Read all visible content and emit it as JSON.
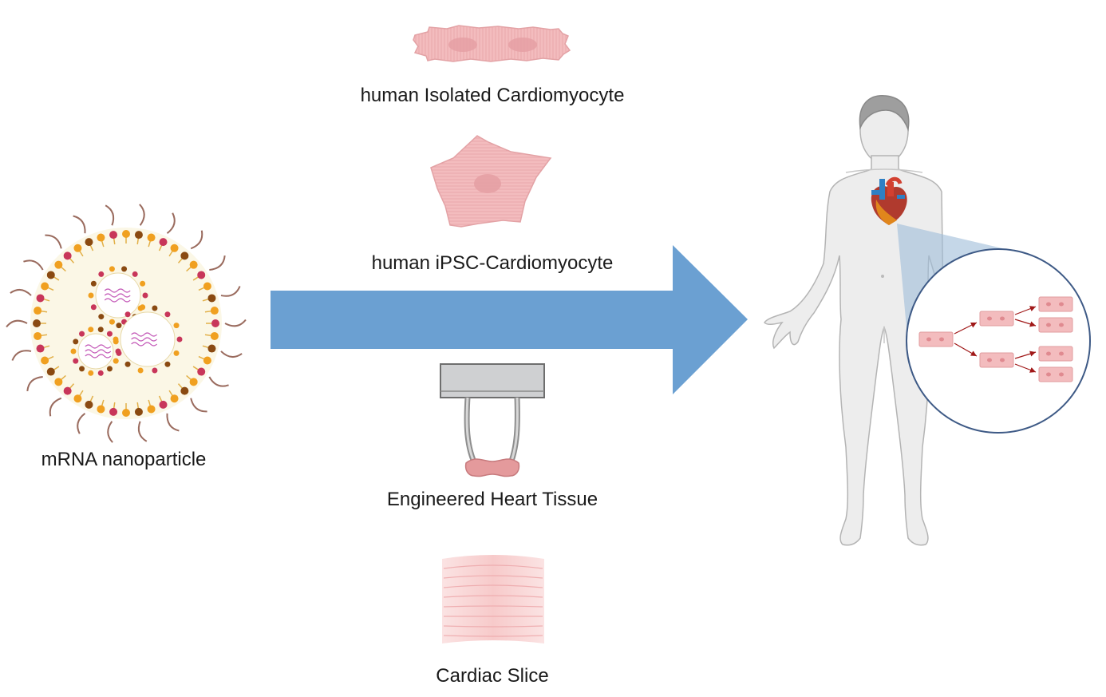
{
  "labels": {
    "nanoparticle": "mRNA nanoparticle",
    "isolated_cm": "human Isolated Cardiomyocyte",
    "ipsc_cm": "human iPSC-Cardiomyocyte",
    "eht": "Engineered Heart Tissue",
    "slice": "Cardiac Slice"
  },
  "colors": {
    "arrow": "#6ba0d2",
    "cell_pink": "#f2b6b8",
    "cell_stroke": "#e09c9f",
    "nucleus": "#e59fa3",
    "body_fill": "#eeeeee",
    "body_stroke": "#b8b8b8",
    "zoom_circle": "#3e5a86",
    "zoom_cone": "#9fbcd8",
    "lipid_orange": "#f0a020",
    "lipid_red": "#c8365a",
    "lipid_brown": "#8a4a12",
    "peg": "#9a6b5e"
  }
}
